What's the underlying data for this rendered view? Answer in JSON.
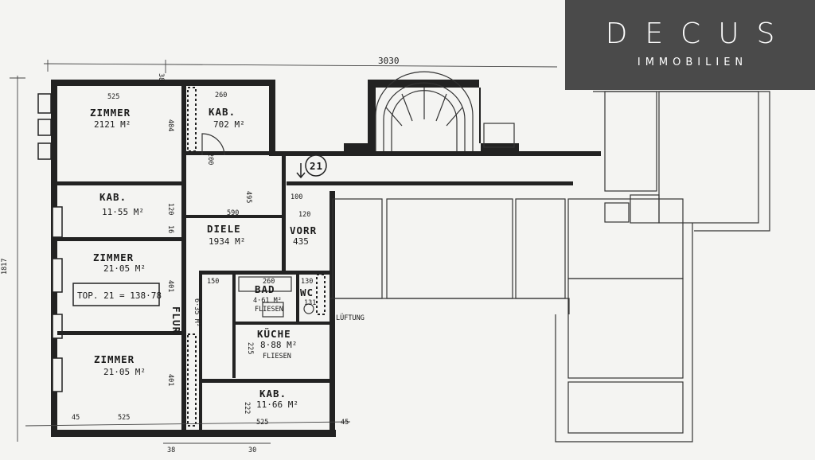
{
  "logo": {
    "brand": "DECUS",
    "sub": "IMMOBILIEN"
  },
  "dimensions": {
    "top_total": "3030",
    "top_left": "38",
    "left_total": "1817",
    "bottom_45_left": "45",
    "bottom_325_left": "525",
    "bottom_325_right": "525",
    "bottom_45_right": "45",
    "bottom_38": "38",
    "bottom_30": "30",
    "room1_width": "525",
    "kab1_width": "260"
  },
  "rooms": {
    "zimmer1": {
      "name": "ZIMMER",
      "area": "2121 M²"
    },
    "kab1": {
      "name": "KAB.",
      "area": "702 M²"
    },
    "kab2": {
      "name": "KAB.",
      "area": "11·55 M²"
    },
    "diele": {
      "name": "DIELE",
      "area": "1934 M²"
    },
    "vorr": {
      "name": "VORR",
      "area": "435"
    },
    "zimmer2": {
      "name": "ZIMMER",
      "area": "21·05 M²"
    },
    "bad": {
      "name": "BAD",
      "area": "4·61 M²",
      "note": "FLIESEN"
    },
    "wc": {
      "name": "WC",
      "area": "131"
    },
    "flur": {
      "name": "FLUR",
      "area": "6·35 M²"
    },
    "kueche": {
      "name": "KÜCHE",
      "area": "8·88 M²",
      "note": "FLIESEN"
    },
    "zimmer3": {
      "name": "ZIMMER",
      "area": "21·05 M²"
    },
    "kab3": {
      "name": "KAB.",
      "area": "11·66 M²"
    }
  },
  "top_label": "TOP. 21 = 138·78",
  "unit_number": "21",
  "lueftung": "LÜFTUNG",
  "small_dims": [
    "404",
    "120",
    "16",
    "401",
    "401",
    "590",
    "495",
    "100",
    "120",
    "130",
    "150",
    "260",
    "222",
    "200",
    "225"
  ]
}
